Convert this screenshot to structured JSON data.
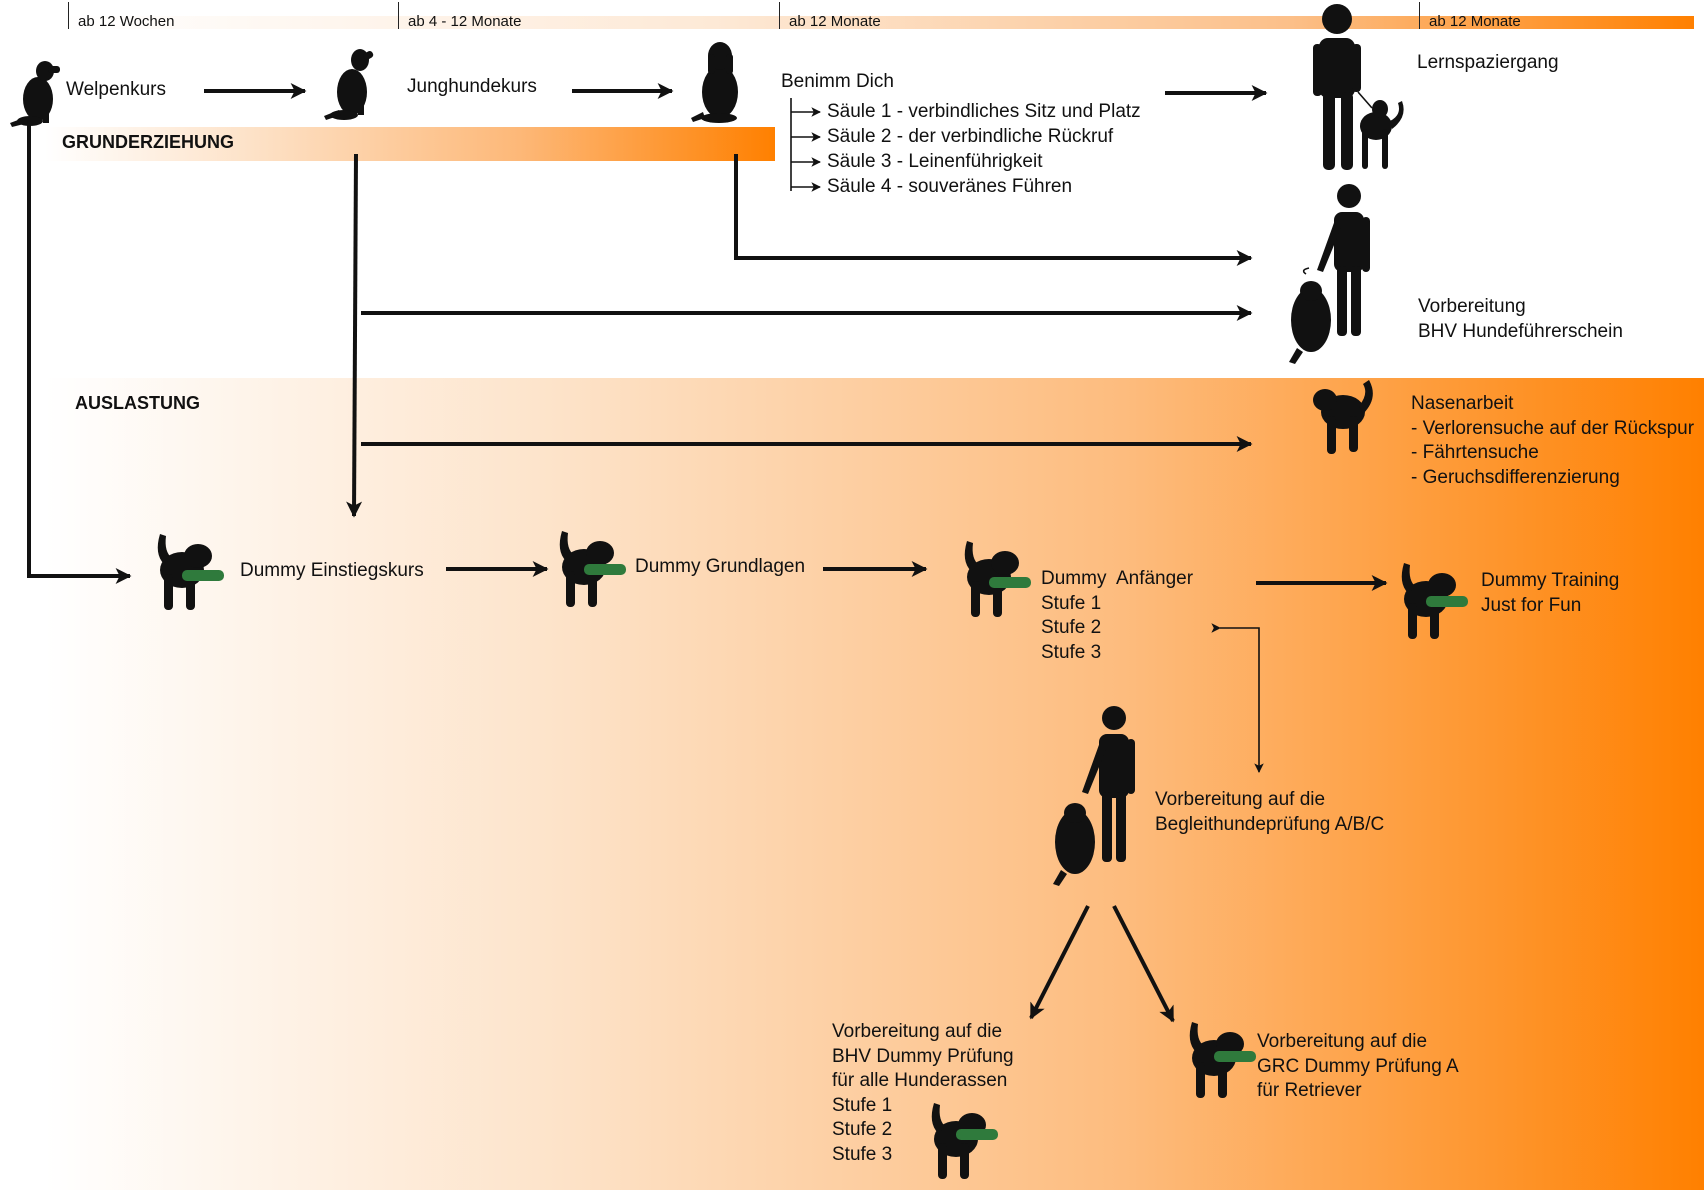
{
  "timeline": [
    {
      "label": "ab 12 Wochen"
    },
    {
      "label": "ab 4 - 12 Monate"
    },
    {
      "label": "ab 12 Monate"
    },
    {
      "label": "ab 12 Monate"
    }
  ],
  "bands": {
    "grunderziehung": "GRUNDERZIEHUNG",
    "auslastung": "AUSLASTUNG"
  },
  "courses": {
    "welpenkurs": "Welpenkurs",
    "junghundekurs": "Junghundekurs",
    "benimm": {
      "title": "Benimm Dich",
      "items": [
        "Säule 1 - verbindliches Sitz und Platz",
        "Säule 2 - der verbindliche Rückruf",
        "Säule 3 - Leinenführigkeit",
        "Säule 4 - souveränes Führen"
      ]
    },
    "lernspaziergang": "Lernspaziergang",
    "bhv_fuehrerschein": [
      "Vorbereitung",
      "BHV Hundeführerschein"
    ],
    "nasenarbeit": [
      "Nasenarbeit",
      "- Verlorensuche auf der Rückspur",
      "- Fährtensuche",
      "- Geruchsdifferenzierung"
    ],
    "dummy_einstieg": "Dummy Einstiegskurs",
    "dummy_grundlagen": "Dummy Grundlagen",
    "dummy_anfaenger": [
      "Dummy  Anfänger",
      "Stufe 1",
      "Stufe 2",
      "Stufe 3"
    ],
    "dummy_training": [
      "Dummy Training",
      "Just for Fun"
    ],
    "begleithund": [
      "Vorbereitung auf die",
      "Begleithundeprüfung A/B/C"
    ],
    "bhv_dummy": [
      "Vorbereitung auf die",
      "BHV Dummy Prüfung",
      "für alle Hunderassen",
      "Stufe 1",
      "Stufe 2",
      "Stufe 3"
    ],
    "grc_dummy": [
      "Vorbereitung auf die",
      "GRC Dummy Prüfung A",
      "für Retriever"
    ]
  },
  "colors": {
    "accent_orange": "#ff8000",
    "light_orange": "#fde3c8",
    "dummy_green": "#2f7a3c",
    "ink": "#111111"
  },
  "icons": [
    "sitting-dog-icon",
    "dog-with-dummy-icon",
    "person-icon",
    "standing-dog-icon"
  ]
}
